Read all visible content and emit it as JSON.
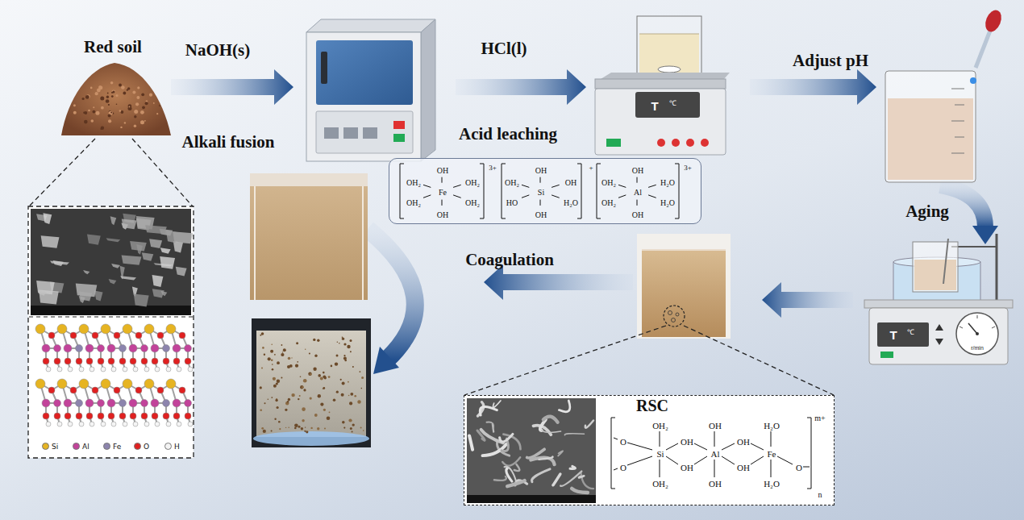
{
  "diagram": {
    "nodes": [
      {
        "text": [
          "Red soil"
        ]
      },
      {
        "text": [
          "OH",
          "OH₂",
          "OH₂",
          "Fe",
          "OH₂",
          "OH₂",
          "OH",
          "3+",
          "OH",
          "OH₂",
          "OH",
          "Si",
          "HO",
          "H₂O",
          "OH",
          "+",
          "OH",
          "OH₂",
          "H₂O",
          "Al",
          "OH₂",
          "H₂O",
          "OH",
          "3+"
        ]
      },
      {
        "text": [
          "RSC",
          "OH₂",
          "O",
          "O",
          "Si",
          "OH",
          "OH",
          "OH₂",
          "OH",
          "Al",
          "OH",
          "OH",
          "OH",
          "Fe",
          "H₂O",
          "H₂O",
          "O",
          "m+",
          "n"
        ]
      }
    ],
    "labels": [
      "NaOH(s)",
      "Alkali fusion",
      "HCl(l)",
      "Acid leaching",
      "Adjust pH",
      "Aging",
      "Coagulation",
      "T",
      "℃",
      "T",
      "℃",
      "r/min"
    ],
    "legend": [
      {
        "text": "Si",
        "color": "#e6b422"
      },
      {
        "text": "Al",
        "color": "#c2439a"
      },
      {
        "text": "Fe",
        "color": "#8c84ad"
      },
      {
        "text": "O",
        "color": "#e02020"
      },
      {
        "text": "H",
        "color": "#f4f4f4"
      }
    ]
  }
}
